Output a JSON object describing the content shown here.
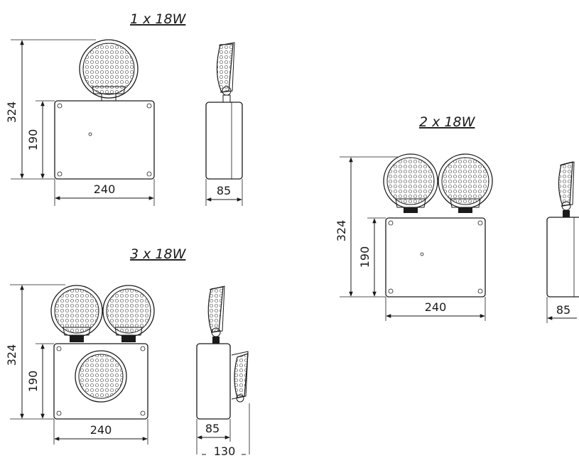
{
  "variants": {
    "one": {
      "title": "1 x 18W",
      "height_total": "324",
      "height_body": "190",
      "width": "240",
      "depth": "85"
    },
    "two": {
      "title": "2 x 18W",
      "height_total": "324",
      "height_body": "190",
      "width": "240",
      "depth": "85"
    },
    "three": {
      "title": "3 x 18W",
      "height_total": "324",
      "height_body": "190",
      "width": "240",
      "depth": "85",
      "depth_with_lamp": "130"
    }
  },
  "colors": {
    "line": "#1a1a1a",
    "background": "#ffffff"
  }
}
